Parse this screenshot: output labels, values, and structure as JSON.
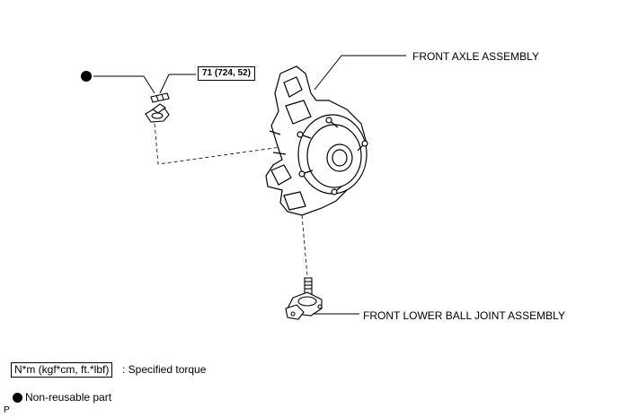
{
  "labels": {
    "front_axle": "FRONT AXLE ASSEMBLY",
    "ball_joint": "FRONT LOWER BALL JOINT ASSEMBLY"
  },
  "torque": {
    "value": "71 (724, 52)"
  },
  "legend": {
    "torque_unit": "N*m (kgf*cm, ft.*lbf)",
    "torque_desc": ": Specified torque",
    "nonreusable": "Non-reusable part"
  },
  "footer": {
    "code": "P"
  },
  "icons": {
    "nonreusable_marker": "filled-circle-icon"
  }
}
